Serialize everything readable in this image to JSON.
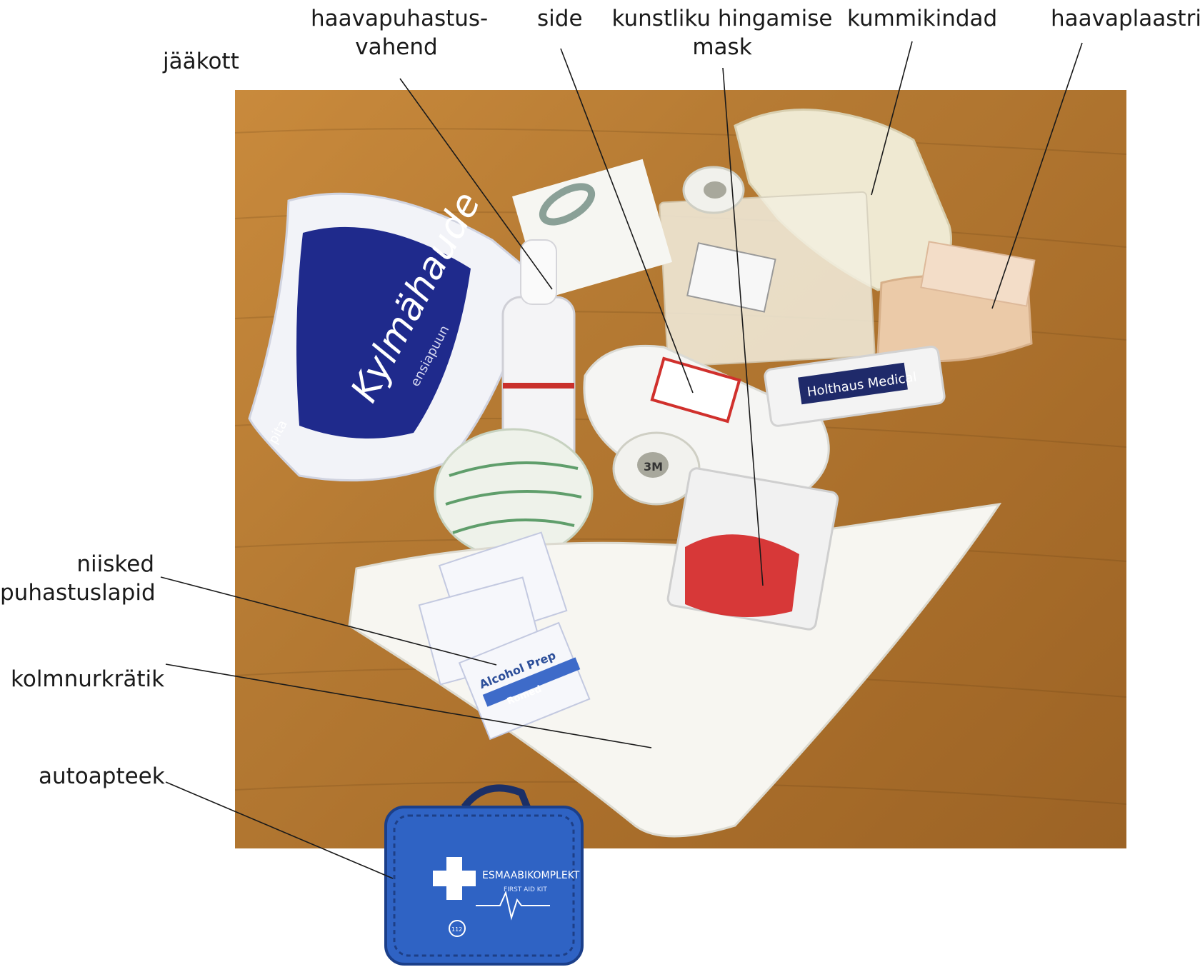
{
  "labels": {
    "ice_pack": "jääkott",
    "wound_cleaner_line1": "haavapuhastus-",
    "wound_cleaner_line2": "vahend",
    "bandage": "side",
    "resp_mask_line1": "kunstliku hingamise",
    "resp_mask_line2": "mask",
    "gloves": "kummikindad",
    "plasters": "haavaplaastrid",
    "wipes_line1": "niisked",
    "wipes_line2": "puhastuslapid",
    "triangle_cloth": "kolmnurkrätik",
    "car_kit": "autoapteek"
  },
  "product_text": {
    "bag_title": "ESMAABIKOMPLEKT",
    "bag_subtitle": "FIRST AID KIT",
    "bag_badge": "112",
    "ice_pack_brand": "Kylmähaude",
    "ice_pack_sub": "ensiapuun",
    "ice_pack_maker": "pita",
    "bandage_brand": "Holthaus Medical",
    "wipe_text": "Alcohol Prep",
    "wipe_brand": "Romed",
    "tape_brand": "3M"
  },
  "colors": {
    "table_wood": "#b57a33",
    "ice_pack_blue": "#1f2a8c",
    "bag_blue": "#2f63c4",
    "mask_red": "#d42424"
  }
}
